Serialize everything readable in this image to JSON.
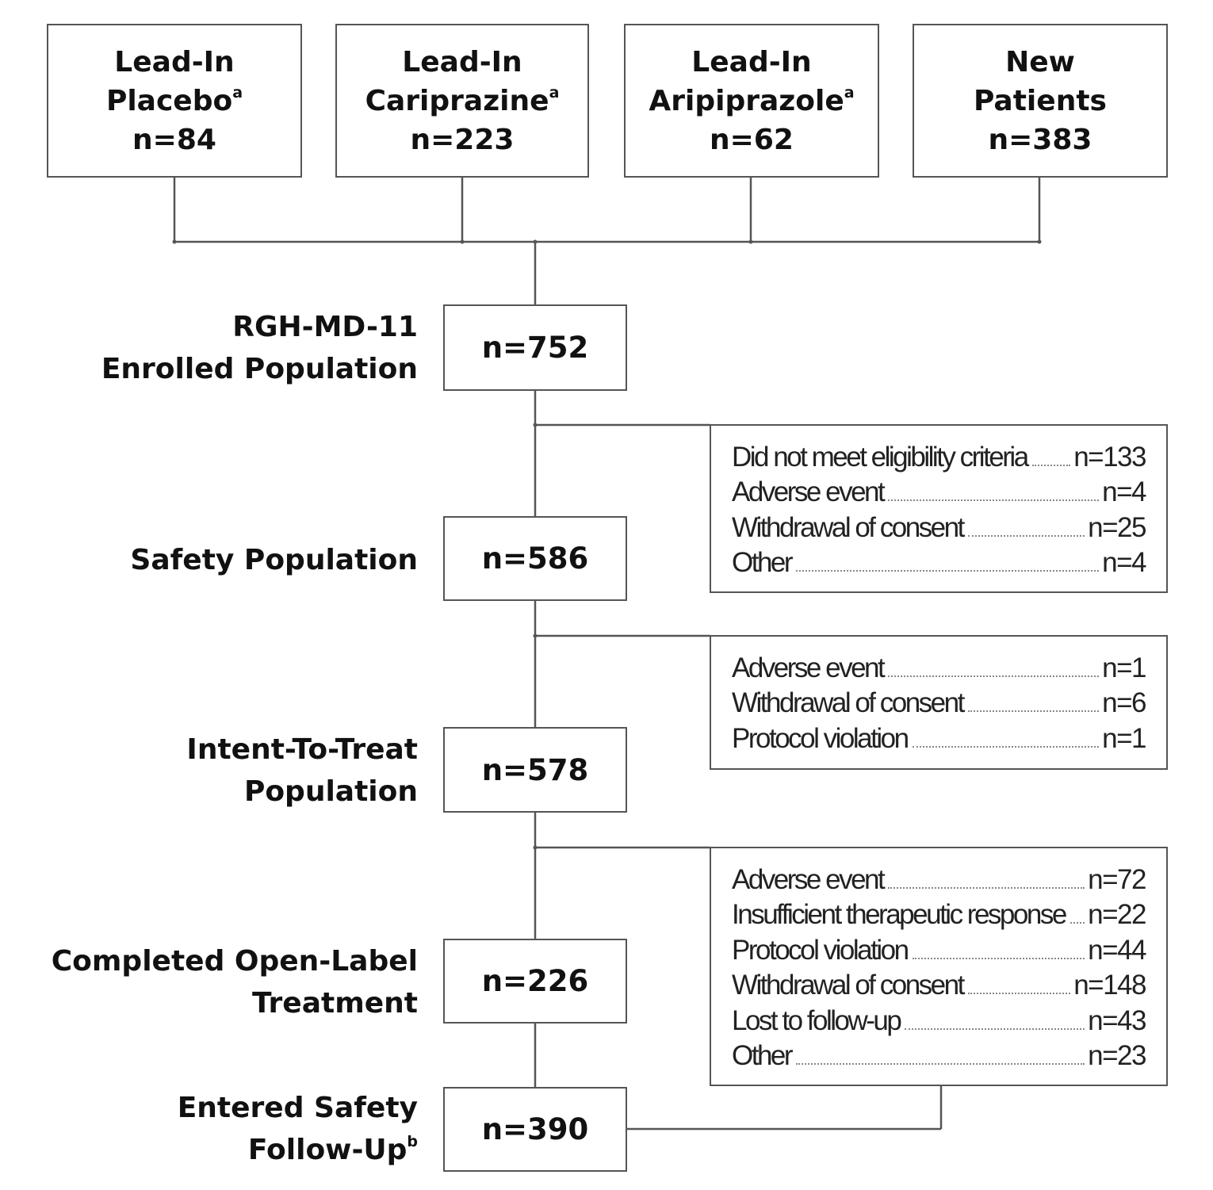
{
  "sources": [
    {
      "line1": "Lead-In",
      "line2": "Placebo",
      "sup": "a",
      "n": "n=84"
    },
    {
      "line1": "Lead-In",
      "line2": "Cariprazine",
      "sup": "a",
      "n": "n=223"
    },
    {
      "line1": "Lead-In",
      "line2": "Aripiprazole",
      "sup": "a",
      "n": "n=62"
    },
    {
      "line1": "New",
      "line2": "Patients",
      "sup": "",
      "n": "n=383"
    }
  ],
  "populations": [
    {
      "label1": "RGH-MD-11",
      "label2": "Enrolled Population",
      "sup": "",
      "n": "n=752"
    },
    {
      "label1": "Safety Population",
      "label2": "",
      "sup": "",
      "n": "n=586"
    },
    {
      "label1": "Intent-To-Treat",
      "label2": "Population",
      "sup": "",
      "n": "n=578"
    },
    {
      "label1": "Completed Open-Label",
      "label2": "Treatment",
      "sup": "",
      "n": "n=226"
    },
    {
      "label1": "Entered Safety",
      "label2": "Follow-Up",
      "sup": "b",
      "n": "n=390"
    }
  ],
  "discontinuations": [
    [
      {
        "reason": "Did not meet eligibility criteria",
        "n": "n=133"
      },
      {
        "reason": "Adverse event",
        "n": "n=4"
      },
      {
        "reason": "Withdrawal of consent",
        "n": "n=25"
      },
      {
        "reason": "Other",
        "n": "n=4"
      }
    ],
    [
      {
        "reason": "Adverse event",
        "n": "n=1"
      },
      {
        "reason": "Withdrawal of consent",
        "n": "n=6"
      },
      {
        "reason": "Protocol violation",
        "n": "n=1"
      }
    ],
    [
      {
        "reason": "Adverse event",
        "n": "n=72"
      },
      {
        "reason": "Insufficient therapeutic response",
        "n": "n=22"
      },
      {
        "reason": "Protocol violation",
        "n": "n=44"
      },
      {
        "reason": "Withdrawal of consent",
        "n": "n=148"
      },
      {
        "reason": "Lost to follow-up",
        "n": "n=43"
      },
      {
        "reason": "Other",
        "n": "n=23"
      }
    ]
  ]
}
